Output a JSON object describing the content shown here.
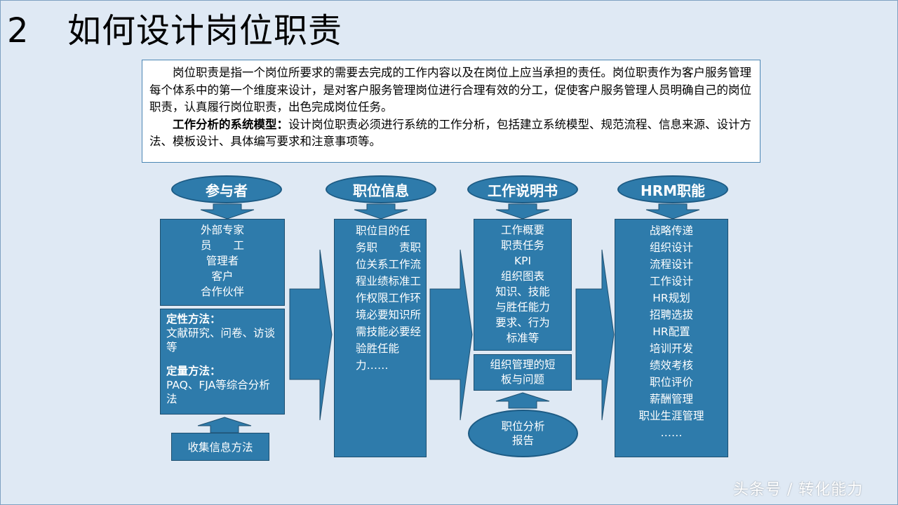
{
  "title": {
    "number": "2",
    "text": "如何设计岗位职责"
  },
  "intro": {
    "para1": "岗位职责是指一个岗位所要求的需要去完成的工作内容以及在岗位上应当承担的责任。岗位职责作为客户服务管理每个体系中的第一个维度来设计，是对客户服务管理岗位进行合理有效的分工，促使客户服务管理人员明确自己的岗位职责，认真履行岗位职责，出色完成岗位任务。",
    "para2_bold": "工作分析的系统模型：",
    "para2_rest": "设计岗位职责必须进行系统的工作分析，包括建立系统模型、规范流程、信息来源、设计方法、模板设计、具体编写要求和注意事项等。"
  },
  "columns": {
    "participants": {
      "header": "参与者",
      "items": [
        "外部专家",
        "员　　工",
        "管理者",
        "客户",
        "合作伙伴"
      ],
      "qualitative_label": "定性方法：",
      "qualitative_text": "文献研究、问卷、访谈等",
      "quantitative_label": "定量方法：",
      "quantitative_text": "PAQ、FJA等综合分析法",
      "collect_label": "收集信息方法"
    },
    "job_info": {
      "header": "职位信息",
      "items": [
        "职位目的",
        "任　　务",
        "职　　责",
        "职位关系",
        "工作流程",
        "业绩标准",
        "工作权限",
        "工作环境",
        "必要知识",
        "所需技能",
        "必要经验",
        "胜任能力",
        "……"
      ]
    },
    "job_description": {
      "header": "工作说明书",
      "items": [
        "工作概要",
        "职责任务",
        "KPI",
        "组织图表",
        "知识、技能",
        "与胜任能力",
        "要求、行为",
        "标准等"
      ],
      "issues_text": "组织管理的短板与问题",
      "report_text": "职位分析报告"
    },
    "hrm": {
      "header": "HRM职能",
      "items": [
        "战略传递",
        "组织设计",
        "流程设计",
        "工作设计",
        "HR规划",
        "招聘选拔",
        "HR配置",
        "培训开发",
        "绩效考核",
        "职位评价",
        "薪酬管理",
        "职业生涯管理",
        "……"
      ]
    }
  },
  "watermark": "头条号 / 转化能力",
  "colors": {
    "box_fill": "#2e7bab",
    "box_border": "#1d4f70",
    "background": "#dfe9f4"
  }
}
